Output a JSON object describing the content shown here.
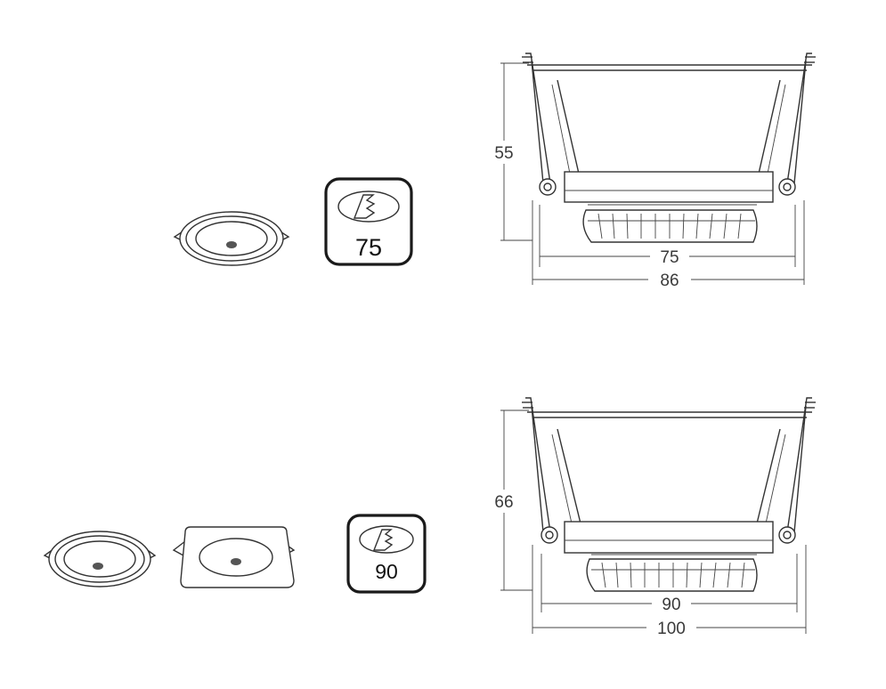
{
  "colors": {
    "line": "#333333",
    "background": "#ffffff",
    "dot": "#555555"
  },
  "icons": [
    "round-downlight-icon",
    "square-downlight-icon",
    "cutout-saw-icon"
  ],
  "product_small": {
    "cutout_label": "75",
    "dimensions": {
      "height": "55",
      "cutout_width": "75",
      "overall_width": "86"
    }
  },
  "product_large": {
    "cutout_label": "90",
    "dimensions": {
      "height": "66",
      "cutout_width": "90",
      "overall_width": "100"
    }
  }
}
